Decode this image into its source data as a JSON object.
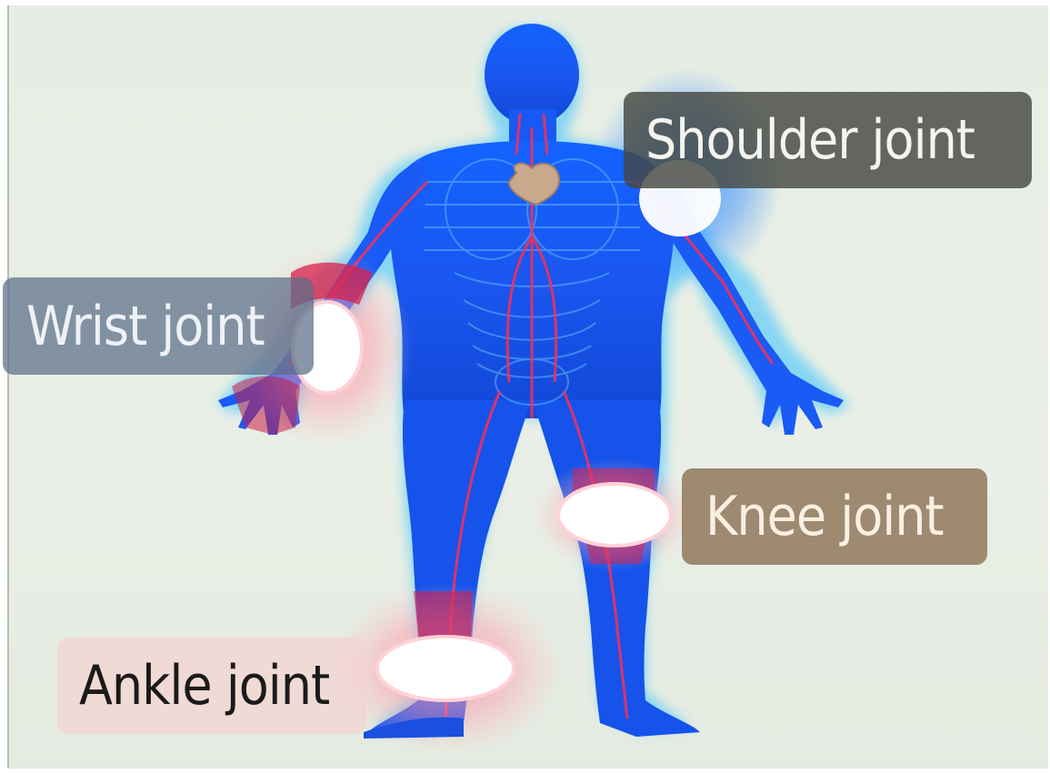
{
  "labels": {
    "shoulder": "Shoulder joint",
    "wrist": "Wrist joint",
    "knee": "Knee joint",
    "ankle": "Ankle joint"
  },
  "colors": {
    "background": "#e7eee5",
    "body": "#1a5dff",
    "body_dark": "#0a2fb8",
    "vessels": "#ff2d55",
    "heart": "#c9a98c",
    "shoulder_highlight": "#2f8cff",
    "inflamed_highlight": "#ff8fa0"
  }
}
